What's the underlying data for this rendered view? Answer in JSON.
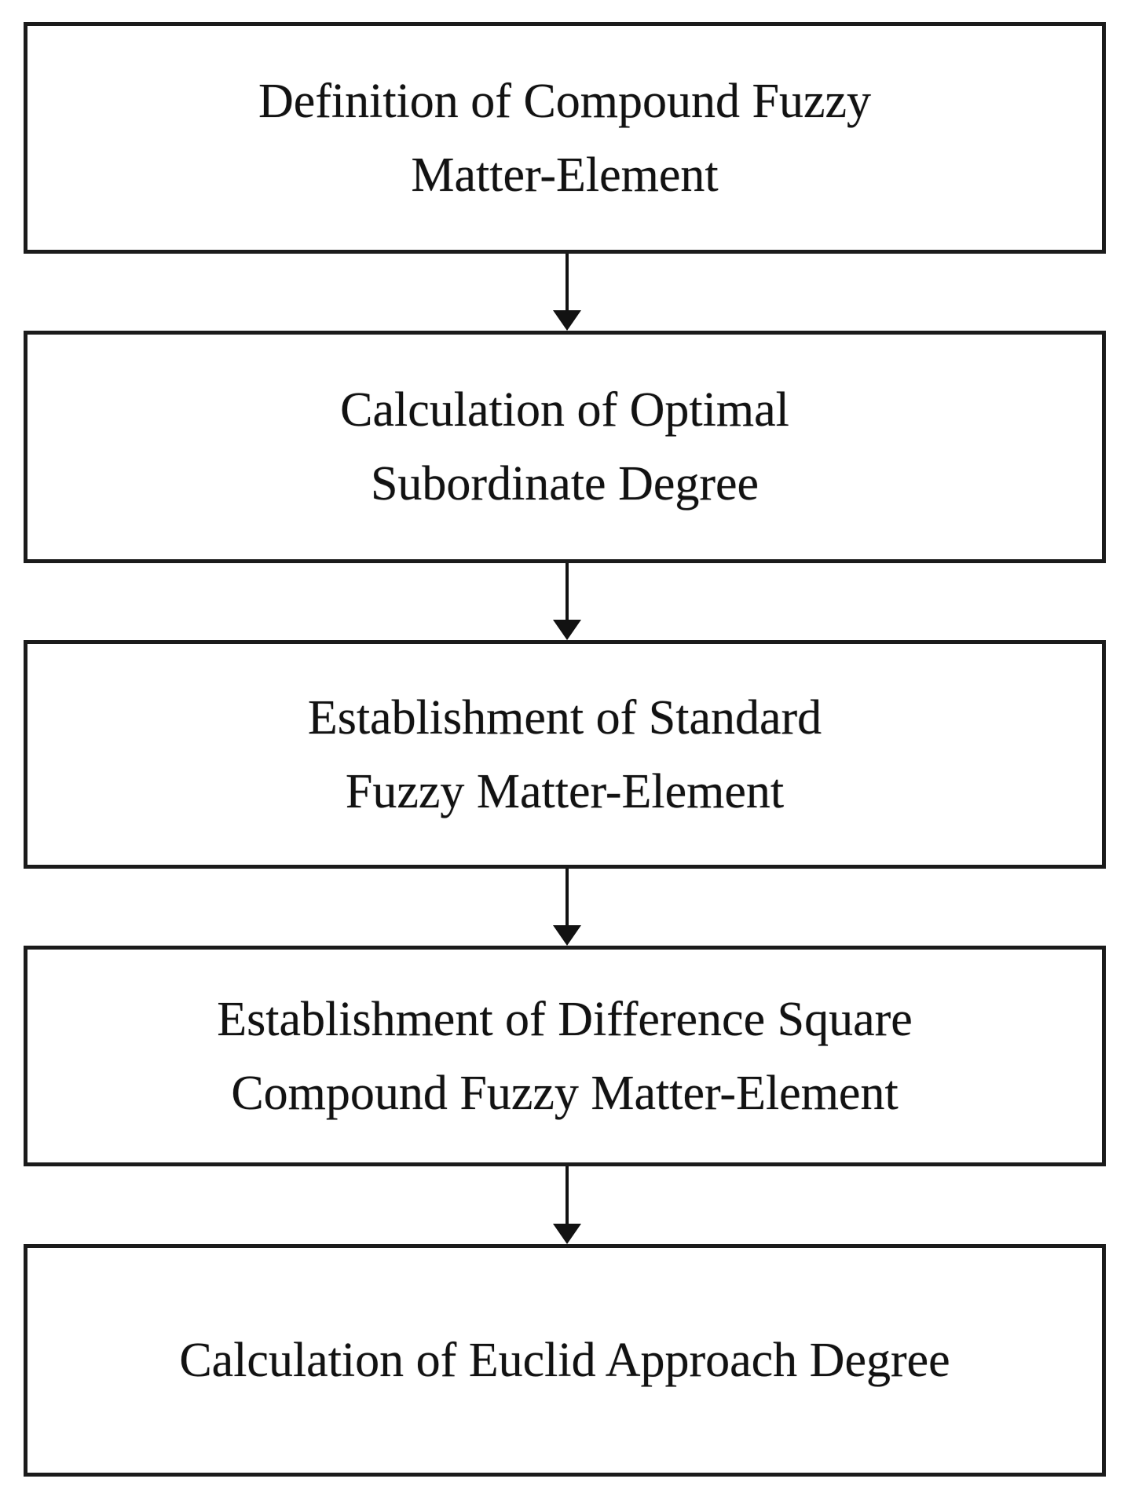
{
  "diagram": {
    "type": "flowchart",
    "direction": "top-down",
    "colors": {
      "box_border": "#1b1b1b",
      "box_fill": "#ffffff",
      "text": "#121212",
      "arrow": "#121212",
      "page_background": "#ffffff"
    },
    "steps": [
      {
        "label": "Definition of Compound Fuzzy Matter-Element",
        "lines": [
          "Definition of Compound Fuzzy",
          "Matter-Element"
        ]
      },
      {
        "label": "Calculation of Optimal Subordinate Degree",
        "lines": [
          "Calculation of Optimal",
          "Subordinate Degree"
        ]
      },
      {
        "label": "Establishment of Standard Fuzzy Matter-Element",
        "lines": [
          "Establishment of Standard",
          "Fuzzy Matter-Element"
        ]
      },
      {
        "label": "Establishment of Difference Square Compound Fuzzy Matter-Element",
        "lines": [
          "Establishment of Difference Square",
          "Compound Fuzzy Matter-Element"
        ]
      },
      {
        "label": "Calculation of Euclid Approach Degree",
        "lines": [
          "Calculation of Euclid Approach Degree"
        ]
      }
    ],
    "connectors": [
      {
        "from": 1,
        "to": 2,
        "type": "arrow-down"
      },
      {
        "from": 2,
        "to": 3,
        "type": "arrow-down"
      },
      {
        "from": 3,
        "to": 4,
        "type": "arrow-down"
      },
      {
        "from": 4,
        "to": 5,
        "type": "arrow-down"
      }
    ]
  }
}
